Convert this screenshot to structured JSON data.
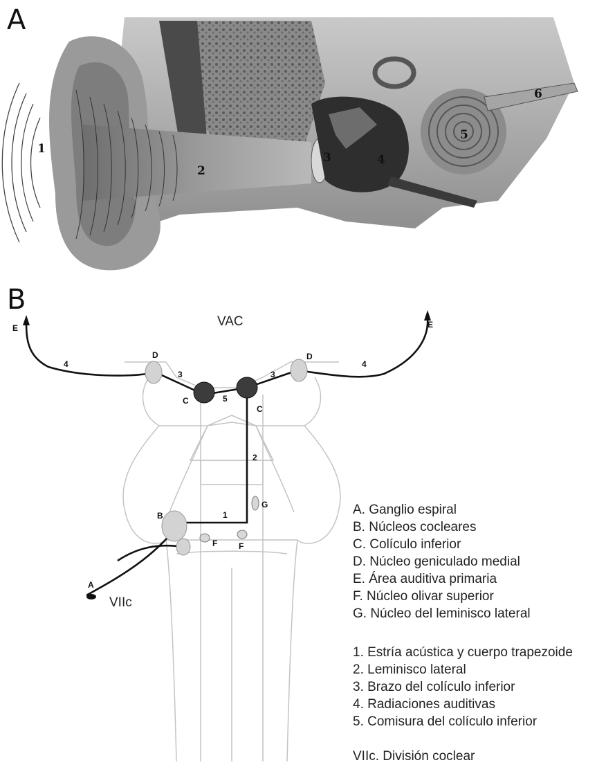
{
  "panels": {
    "a_letter": "A",
    "b_letter": "B"
  },
  "ear_labels": {
    "n1": "1",
    "n2": "2",
    "n3": "3",
    "n4": "4",
    "n5": "5",
    "n6": "6"
  },
  "pathway": {
    "vac": "VAC",
    "viic": "VIIc",
    "letters": {
      "a": "A",
      "b": "B",
      "c": "C",
      "d": "D",
      "e": "E",
      "f": "F",
      "g": "G"
    },
    "numbers": {
      "n1": "1",
      "n2": "2",
      "n3": "3",
      "n4": "4",
      "n5": "5"
    }
  },
  "legend": {
    "letters": [
      "A. Ganglio espiral",
      "B. Núcleos cocleares",
      "C. Colículo inferior",
      "D. Núcleo geniculado medial",
      "E. Área auditiva primaria",
      "F. Núcleo olivar superior",
      "G. Núcleo del leminisco lateral"
    ],
    "numbers": [
      "1. Estría acústica y cuerpo trapezoide",
      "2. Leminisco lateral",
      "3. Brazo del colículo inferior",
      "4. Radiaciones auditivas",
      "5. Comisura del colículo inferior"
    ],
    "cranial": "VIIc. División coclear"
  }
}
